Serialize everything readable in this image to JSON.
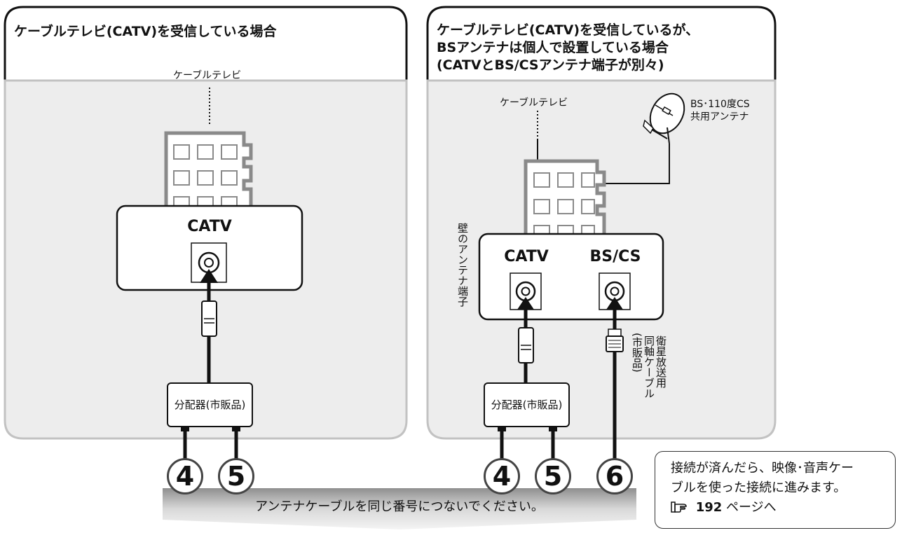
{
  "left_panel": {
    "title": "ケーブルテレビ(CATV)を受信している場合",
    "cable_tv_label": "ケーブルテレビ",
    "outlet_label": "CATV",
    "splitter_label": "分配器(市販品)",
    "numbers": [
      "4",
      "5"
    ]
  },
  "right_panel": {
    "title_lines": [
      "ケーブルテレビ(CATV)を受信しているが、",
      "BSアンテナは個人で設置している場合",
      "(CATVとBS/CSアンテナ端子が別々)"
    ],
    "cable_tv_label": "ケーブルテレビ",
    "antenna_label_lines": [
      "BS･110度CS",
      "共用アンテナ"
    ],
    "wall_terminal_label": "壁のアンテナ端子",
    "outlet_labels": [
      "CATV",
      "BS/CS"
    ],
    "satellite_cable_label_lines": [
      "衛星放送用",
      "同軸ケーブル",
      "(市販品)"
    ],
    "splitter_label": "分配器(市販品)",
    "numbers": [
      "4",
      "5",
      "6"
    ]
  },
  "banner": {
    "text": "アンテナケーブルを同じ番号につないでください。"
  },
  "note": {
    "line1": "接続が済んだら、映像･音声ケー",
    "line2": "ブルを使った接続に進みます。",
    "ref_icon": "reference-pointer-icon",
    "page_number": "192",
    "page_suffix": "ページへ"
  }
}
